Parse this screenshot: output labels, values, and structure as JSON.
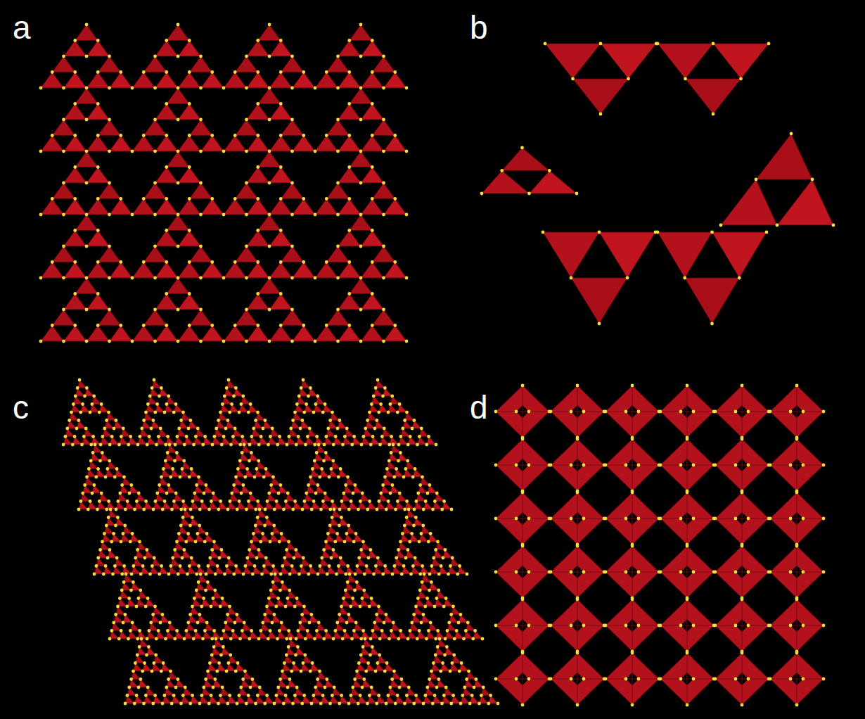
{
  "diagram": {
    "labels": [
      "a",
      "b",
      "c",
      "d"
    ]
  }
}
